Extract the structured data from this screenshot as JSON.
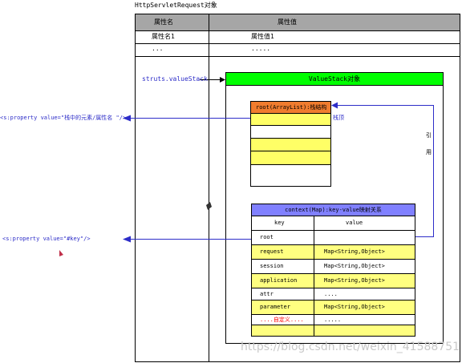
{
  "title": "HttpServletRequest对象",
  "main_table": {
    "headers": [
      "属性名",
      "属性值"
    ],
    "rows": [
      [
        "属性名1",
        "属性值1"
      ],
      [
        "...",
        "....."
      ]
    ]
  },
  "left_labels": {
    "property_top": "<s:property value=\"栈中的元素/属性名 \"/>",
    "property_bottom": "<s:property value=\"#key\"/>"
  },
  "struts_label": "struts.valueStack",
  "valuestack": {
    "title": "ValueStack对象",
    "root_title": "root(ArrayList):栈结构",
    "stack_top_label": "栈顶",
    "reference_label": [
      "引",
      "用"
    ],
    "context_title": "context(Map):key-value映射关系",
    "context_headers": [
      "key",
      "value"
    ],
    "context_rows": [
      [
        "root",
        ""
      ],
      [
        "request",
        "Map<String,Object>"
      ],
      [
        "session",
        "Map<String,Object>"
      ],
      [
        "application",
        "Map<String,Object>"
      ],
      [
        "attr",
        "...."
      ],
      [
        "parameter",
        "Map<String,Object>"
      ],
      [
        "....自定义....",
        "....."
      ],
      [
        "",
        ""
      ]
    ]
  },
  "watermark": "https://blog.csdn.net/weixin_41588751",
  "colors": {
    "header_gray": "#a6a6a6",
    "valuestack_green": "#00ff00",
    "root_orange": "#f07c2e",
    "stack_yellow": "#ffff66",
    "context_header_blue": "#8080ff",
    "row_yellow": "#ffff80",
    "arrow_blue": "#2d2dc8",
    "red_text": "#ff0000",
    "watermark_gray": "#c8c8c8"
  }
}
